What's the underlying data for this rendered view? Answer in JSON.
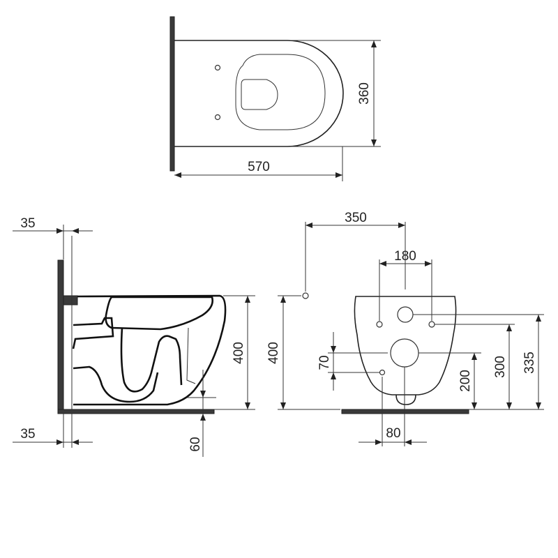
{
  "dimensions": {
    "top_length": "570",
    "top_width": "360",
    "side_top_offset": "35",
    "side_bottom_offset": "35",
    "side_height": "400",
    "side_floor_gap": "60",
    "front_wall_offset": "350",
    "front_bolt_spacing": "180",
    "front_inlet_height": "400",
    "front_outlet_offset": "70",
    "front_outlet_height": "200",
    "front_inlet_bolt_height": "300",
    "front_overall_height": "335",
    "front_outlet_width": "80"
  }
}
